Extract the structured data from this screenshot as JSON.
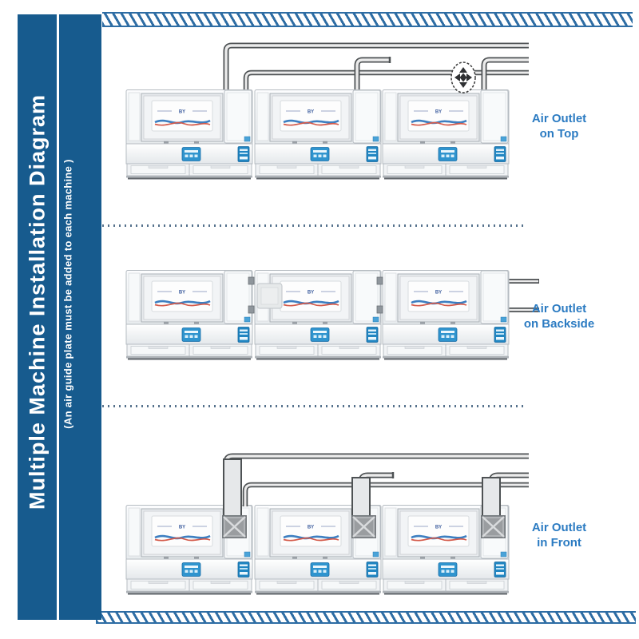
{
  "sidebar": {
    "title": "Multiple Machine Installation Diagram",
    "subtitle": "(An air guide plate must be added to each machine )"
  },
  "rows": [
    {
      "name": "air-outlet-on-top",
      "label_line1": "Air Outlet",
      "label_line2": "on Top"
    },
    {
      "name": "air-outlet-on-backside",
      "label_line1": "Air Outlet",
      "label_line2": "on Backside"
    },
    {
      "name": "air-outlet-in-front",
      "label_line1": "Air Outlet",
      "label_line2": "in Front"
    }
  ],
  "machine": {
    "screen_logo": "BY",
    "machines_per_row": 3
  },
  "icons": {
    "direction_arrows": "4-way direction arrows"
  },
  "colors": {
    "sidebar_bg": "#175b8e",
    "label_text": "#2b7bc2",
    "hatch_stripe": "#2e6da4",
    "pipe_dark": "#4e5254"
  }
}
